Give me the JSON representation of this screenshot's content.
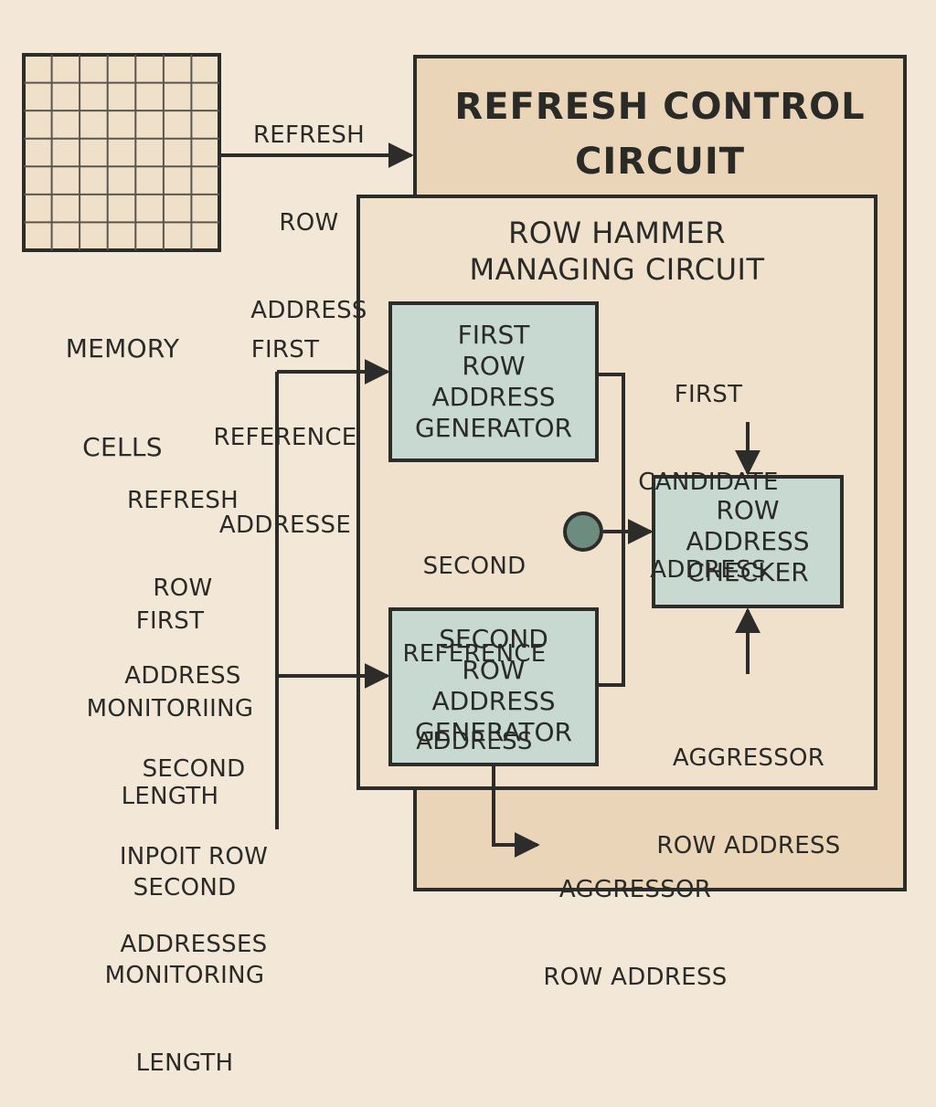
{
  "memory_cells": {
    "label_lines": [
      "MEMORY",
      "CELLS"
    ]
  },
  "refresh_control": {
    "title_lines": [
      "REFRESH CONTROL",
      "CIRCUIT"
    ]
  },
  "row_hammer": {
    "title_lines": [
      "ROW HAMMER",
      "MANAGING CIRCUIT"
    ]
  },
  "first_generator": {
    "lines": [
      "FIRST",
      "ROW",
      "ADDRESS",
      "GENERATOR"
    ]
  },
  "second_generator": {
    "lines": [
      "SECOND",
      "ROW",
      "ADDRESS",
      "GENERATOR"
    ]
  },
  "checker": {
    "lines": [
      "ROW",
      "ADDRESS",
      "CHECKER"
    ]
  },
  "labels": {
    "top_refresh": [
      "REFRESH",
      "ROW",
      "ADDRESS"
    ],
    "first_reference": [
      "FIRST",
      "REFERENCE",
      "ADDRESSE"
    ],
    "left_refresh": [
      "REFRESH",
      "ROW",
      "ADDRESS"
    ],
    "first_monitoring": [
      "FIRST",
      "MONITORIING",
      "LENGTH"
    ],
    "second_input": [
      "SECOND",
      "INPOIT ROW",
      "ADDRESSES"
    ],
    "second_monitoring": [
      "SECOND",
      "MONITORING",
      "LENGTH"
    ],
    "first_candidate": [
      "FIRST",
      "CANDIDATE",
      "ADDRESS"
    ],
    "second_reference": [
      "SECOND",
      "REFERENCE",
      "ADDRESS"
    ],
    "aggressor_inner": [
      "AGGRESSOR",
      "ROW ADDRESS"
    ],
    "aggressor_bottom": [
      "AGGRESSOR",
      "ROW ADDRESS"
    ]
  },
  "colors": {
    "background": "#f3e7d8",
    "outer_box": "#ead5b8",
    "inner_box": "#f0e1cc",
    "block_fill": "#c8d9d1",
    "node_fill": "#6d8c80",
    "stroke": "#2c2c2a"
  }
}
